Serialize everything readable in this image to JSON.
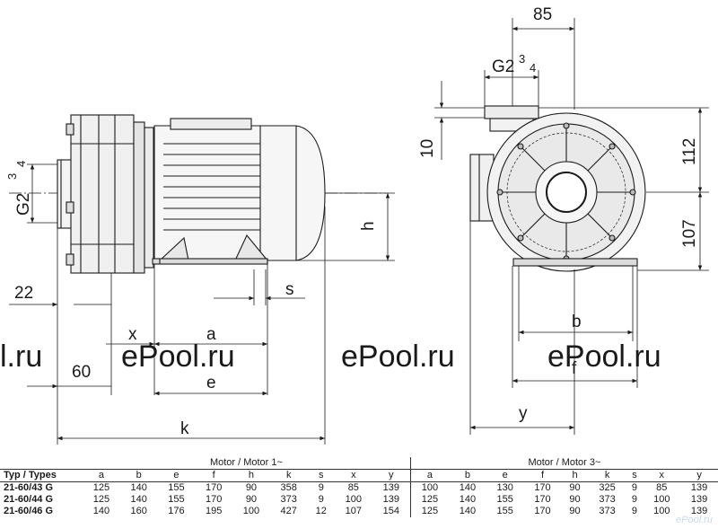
{
  "watermark": [
    "l.ru",
    "ePool.ru",
    "ePool.ru",
    "ePool.ru",
    "ePool.ru"
  ],
  "side_view": {
    "labels": {
      "a": "a",
      "e": "e",
      "k": "k",
      "x": "x",
      "h": "h",
      "s": "s",
      "d22": "22",
      "d60": "60",
      "g": "G2",
      "g_frac_top": "3",
      "g_frac_bot": "4"
    }
  },
  "front_view": {
    "labels": {
      "d85": "85",
      "g": "G2",
      "g_frac_top": "3",
      "g_frac_bot": "4",
      "d10": "10",
      "d112": "112",
      "d107": "107",
      "b": "b",
      "f": "f",
      "y": "y"
    }
  },
  "table": {
    "type_header": "Typ / Types",
    "group_1": "Motor / Motor 1~",
    "group_3": "Motor / Motor 3~",
    "columns": [
      "a",
      "b",
      "e",
      "f",
      "h",
      "k",
      "s",
      "x",
      "y"
    ],
    "rows": [
      {
        "type": "21-60/43 G",
        "m1": [
          "125",
          "140",
          "155",
          "170",
          "90",
          "358",
          "9",
          "85",
          "139"
        ],
        "m3": [
          "100",
          "140",
          "130",
          "170",
          "90",
          "325",
          "9",
          "85",
          "139"
        ]
      },
      {
        "type": "21-60/44 G",
        "m1": [
          "125",
          "140",
          "155",
          "170",
          "90",
          "373",
          "9",
          "100",
          "139"
        ],
        "m3": [
          "125",
          "140",
          "155",
          "170",
          "90",
          "373",
          "9",
          "100",
          "139"
        ]
      },
      {
        "type": "21-60/46 G",
        "m1": [
          "140",
          "160",
          "176",
          "195",
          "100",
          "427",
          "12",
          "107",
          "154"
        ],
        "m3": [
          "125",
          "140",
          "155",
          "170",
          "90",
          "373",
          "9",
          "100",
          "139"
        ]
      }
    ]
  },
  "logo": "ePool.ru"
}
